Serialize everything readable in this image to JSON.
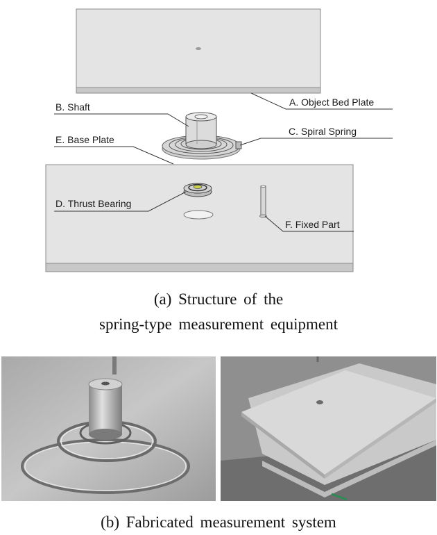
{
  "labels": {
    "a": "A. Object Bed Plate",
    "b": "B. Shaft",
    "c": "C. Spiral Spring",
    "d": "D. Thrust Bearing",
    "e": "E. Base Plate",
    "f": "F. Fixed Part"
  },
  "captions": {
    "a_line1": "(a)  Structure  of  the",
    "a_line2": "spring-type  measurement  equipment",
    "b": "(b)  Fabricated  measurement  system"
  },
  "colors": {
    "plate_face": "#e4e4e4",
    "plate_edge": "#c4c4c4",
    "outline": "#8a8a8a",
    "leader": "#333333"
  }
}
